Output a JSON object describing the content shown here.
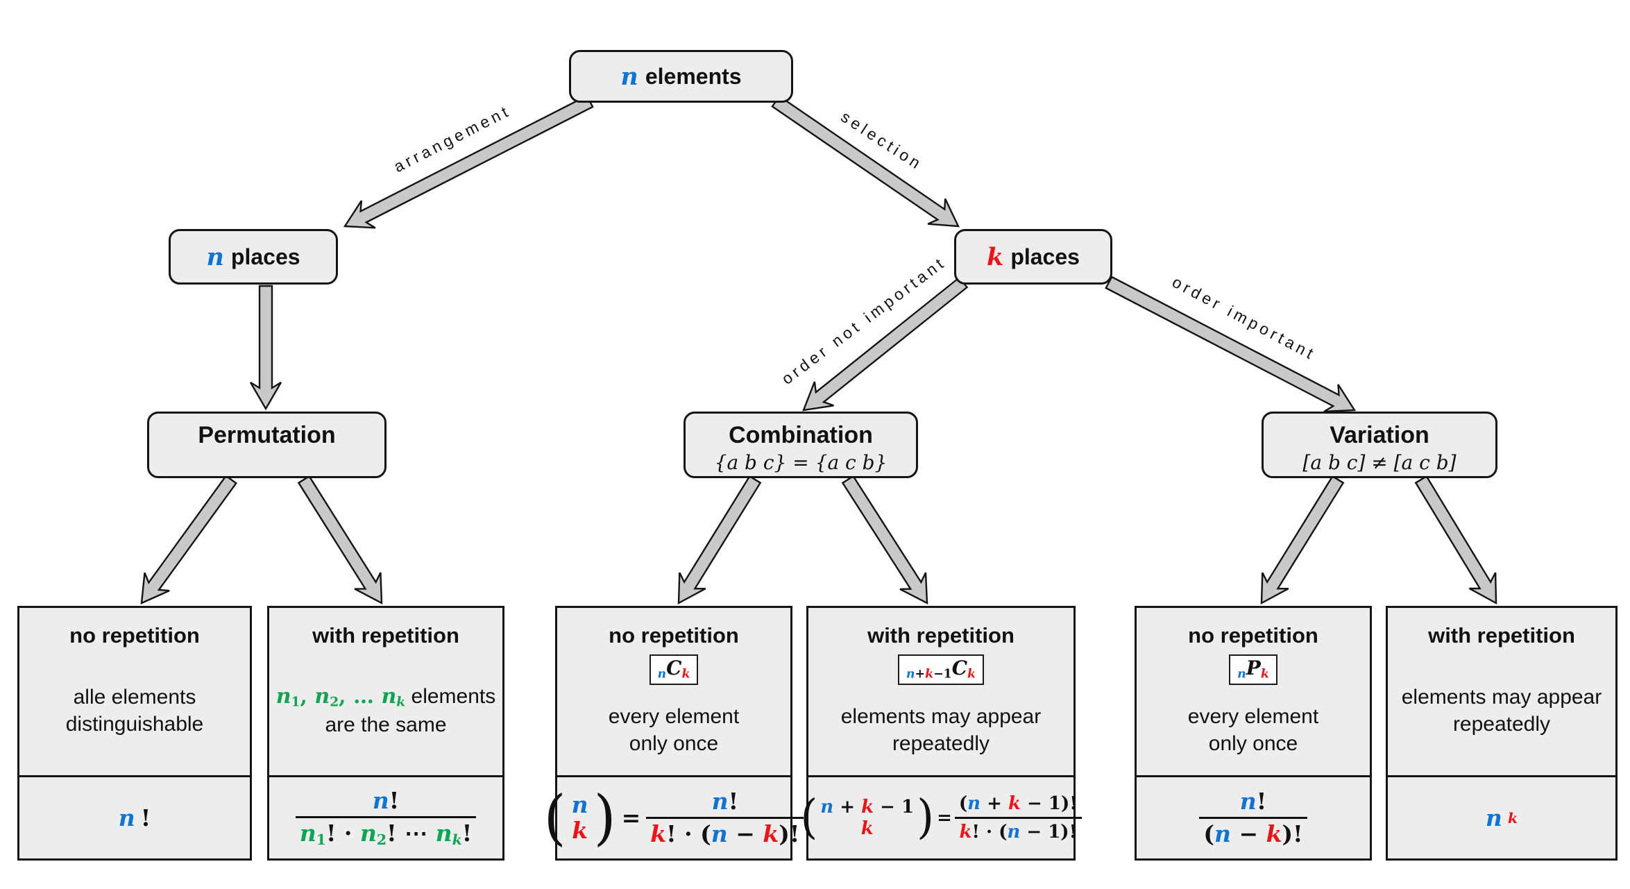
{
  "colors": {
    "blue": "#1374cf",
    "red": "#ef1216",
    "green": "#0da553",
    "box_fill": "#ededed",
    "arrow_fill": "#c9c9c9",
    "line": "#141414"
  },
  "symbols": {
    "lparen": "(",
    "rparen": ")",
    "eq": "="
  },
  "nodes": {
    "root": {
      "variable": "n",
      "text": "elements"
    },
    "n_places": {
      "variable": "n",
      "text": "places"
    },
    "k_places": {
      "variable": "k",
      "text": "places"
    },
    "permutation": {
      "title": "Permutation",
      "subtitle": ""
    },
    "combination": {
      "title": "Combination",
      "subtitle": "{a b c} = {a c b}"
    },
    "variation": {
      "title": "Variation",
      "subtitle": "[a b c] ≠ [a c b]"
    }
  },
  "edges": {
    "arrangement": "arrangement",
    "selection": "selection",
    "order_not_important": "order not important",
    "order_important": "order important"
  },
  "leaves": [
    {
      "id": "permutation-no-repetition",
      "title": "no repetition",
      "desc1": "alle elements",
      "desc2": "distinguishable",
      "formula": [
        {
          "t": "n",
          "c": "b",
          "y": "v"
        },
        {
          "t": "!",
          "c": "k",
          "y": "o"
        }
      ]
    },
    {
      "id": "permutation-with-repetition",
      "title": "with repetition",
      "desc1_tokens": [
        {
          "t": "n",
          "c": "g",
          "y": "v"
        },
        {
          "t": "1",
          "c": "g",
          "y": "o",
          "s": "sub"
        },
        {
          "t": ", ",
          "c": "g",
          "y": "o"
        },
        {
          "t": "n",
          "c": "g",
          "y": "v"
        },
        {
          "t": "2",
          "c": "g",
          "y": "o",
          "s": "sub"
        },
        {
          "t": ", … ",
          "c": "g",
          "y": "o"
        },
        {
          "t": "n",
          "c": "g",
          "y": "v"
        },
        {
          "t": "k",
          "c": "g",
          "y": "v",
          "s": "sub"
        },
        {
          "t": " elements",
          "c": "k",
          "y": "p"
        }
      ],
      "desc2": "are the same",
      "formula_num": [
        {
          "t": "n",
          "c": "b",
          "y": "v"
        },
        {
          "t": "!",
          "c": "k",
          "y": "o"
        }
      ],
      "formula_den": [
        {
          "t": "n",
          "c": "g",
          "y": "v"
        },
        {
          "t": "1",
          "c": "g",
          "y": "o",
          "s": "sub"
        },
        {
          "t": "! · ",
          "c": "k",
          "y": "o"
        },
        {
          "t": "n",
          "c": "g",
          "y": "v"
        },
        {
          "t": "2",
          "c": "g",
          "y": "o",
          "s": "sub"
        },
        {
          "t": "! ⋯ ",
          "c": "k",
          "y": "o"
        },
        {
          "t": "n",
          "c": "g",
          "y": "v"
        },
        {
          "t": "k",
          "c": "g",
          "y": "v",
          "s": "sub"
        },
        {
          "t": "!",
          "c": "k",
          "y": "o"
        }
      ]
    },
    {
      "id": "combination-no-repetition",
      "title": "no repetition",
      "symbol": [
        {
          "t": "n",
          "c": "b",
          "y": "v",
          "s": "sub"
        },
        {
          "t": "C",
          "c": "k",
          "y": "v"
        },
        {
          "t": "k",
          "c": "r",
          "y": "v",
          "s": "sub"
        }
      ],
      "desc1": "every element",
      "desc2": "only once",
      "binom_top": [
        {
          "t": "n",
          "c": "b",
          "y": "v"
        }
      ],
      "binom_bottom": [
        {
          "t": "k",
          "c": "r",
          "y": "v"
        }
      ],
      "formula_num": [
        {
          "t": "n",
          "c": "b",
          "y": "v"
        },
        {
          "t": "!",
          "c": "k",
          "y": "o"
        }
      ],
      "formula_den": [
        {
          "t": "k",
          "c": "r",
          "y": "v"
        },
        {
          "t": "! · (",
          "c": "k",
          "y": "o"
        },
        {
          "t": "n",
          "c": "b",
          "y": "v"
        },
        {
          "t": " − ",
          "c": "k",
          "y": "o"
        },
        {
          "t": "k",
          "c": "r",
          "y": "v"
        },
        {
          "t": ")!",
          "c": "k",
          "y": "o"
        }
      ]
    },
    {
      "id": "combination-with-repetition",
      "title": "with repetition",
      "symbol": [
        {
          "t": "n",
          "c": "b",
          "y": "v",
          "s": "sub"
        },
        {
          "t": "+",
          "c": "k",
          "y": "o",
          "s": "sub"
        },
        {
          "t": "k",
          "c": "r",
          "y": "v",
          "s": "sub"
        },
        {
          "t": "−1",
          "c": "k",
          "y": "o",
          "s": "sub"
        },
        {
          "t": "C",
          "c": "k",
          "y": "v"
        },
        {
          "t": "k",
          "c": "r",
          "y": "v",
          "s": "sub"
        }
      ],
      "desc1": "elements may appear",
      "desc2": "repeatedly",
      "binom_top": [
        {
          "t": "n",
          "c": "b",
          "y": "v"
        },
        {
          "t": " + ",
          "c": "k",
          "y": "o"
        },
        {
          "t": "k",
          "c": "r",
          "y": "v"
        },
        {
          "t": " − 1",
          "c": "k",
          "y": "o"
        }
      ],
      "binom_bottom": [
        {
          "t": "k",
          "c": "r",
          "y": "v"
        }
      ],
      "formula_num": [
        {
          "t": "(",
          "c": "k",
          "y": "o"
        },
        {
          "t": "n",
          "c": "b",
          "y": "v"
        },
        {
          "t": " + ",
          "c": "k",
          "y": "o"
        },
        {
          "t": "k",
          "c": "r",
          "y": "v"
        },
        {
          "t": " − 1",
          "c": "k",
          "y": "o"
        },
        {
          "t": ")!",
          "c": "k",
          "y": "o"
        }
      ],
      "formula_den": [
        {
          "t": "k",
          "c": "r",
          "y": "v"
        },
        {
          "t": "! · (",
          "c": "k",
          "y": "o"
        },
        {
          "t": "n",
          "c": "b",
          "y": "v"
        },
        {
          "t": " − 1)!",
          "c": "k",
          "y": "o"
        }
      ]
    },
    {
      "id": "variation-no-repetition",
      "title": "no repetition",
      "symbol": [
        {
          "t": "n",
          "c": "b",
          "y": "v",
          "s": "sub"
        },
        {
          "t": "P",
          "c": "k",
          "y": "v"
        },
        {
          "t": "k",
          "c": "r",
          "y": "v",
          "s": "sub"
        }
      ],
      "desc1": "every element",
      "desc2": "only once",
      "formula_num": [
        {
          "t": "n",
          "c": "b",
          "y": "v"
        },
        {
          "t": "!",
          "c": "k",
          "y": "o"
        }
      ],
      "formula_den": [
        {
          "t": "(",
          "c": "k",
          "y": "o"
        },
        {
          "t": "n",
          "c": "b",
          "y": "v"
        },
        {
          "t": " − ",
          "c": "k",
          "y": "o"
        },
        {
          "t": "k",
          "c": "r",
          "y": "v"
        },
        {
          "t": ")!",
          "c": "k",
          "y": "o"
        }
      ]
    },
    {
      "id": "variation-with-repetition",
      "title": "with repetition",
      "desc1": "elements may appear",
      "desc2": "repeatedly",
      "formula": [
        {
          "t": "n",
          "c": "b",
          "y": "v"
        },
        {
          "t": "k",
          "c": "r",
          "y": "v",
          "s": "sup"
        }
      ]
    }
  ]
}
